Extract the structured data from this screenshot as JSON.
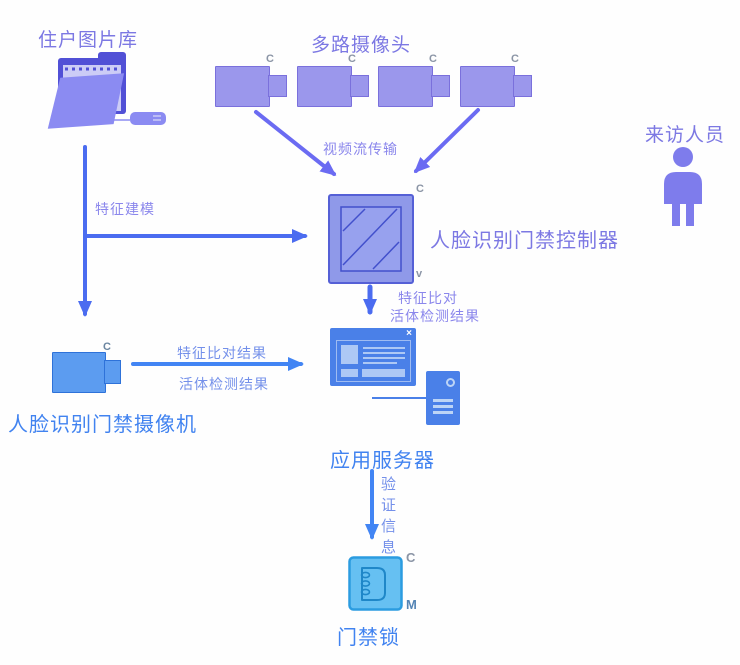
{
  "nodes": {
    "library": {
      "label": "住户图片库"
    },
    "multi_camera": {
      "label": "多路摄像头",
      "port": "C"
    },
    "visitor": {
      "label": "来访人员"
    },
    "controller": {
      "label": "人脸识别门禁控制器",
      "port_top": "C",
      "port_bottom": "v"
    },
    "door_camera": {
      "label": "人脸识别门禁摄像机",
      "port": "C"
    },
    "app_server": {
      "label": "应用服务器",
      "close": "×"
    },
    "lock": {
      "label": "门禁锁",
      "port_top": "C",
      "port_bottom": "M"
    }
  },
  "edges": {
    "video_stream": {
      "label": "视频流传输"
    },
    "feature_modeling": {
      "label": "特征建模"
    },
    "feature_compare": {
      "label": "特征比对"
    },
    "liveness_result": {
      "label": "活体检测结果"
    },
    "feature_compare_result": {
      "label": "特征比对结果"
    },
    "liveness_result_2": {
      "label": "活体检测结果"
    },
    "verification_info": {
      "label": "验证信息"
    }
  },
  "colors": {
    "purple_label": "#7c78e3",
    "blue_label": "#4183f0",
    "purple_icon": "#9b97ec",
    "blue_icon": "#4a80e8",
    "light_blue_icon": "#66c0f2",
    "arrow_purple": "#6b6bf2",
    "arrow_royal": "#4b6cf0",
    "arrow_blue": "#4285f4"
  }
}
